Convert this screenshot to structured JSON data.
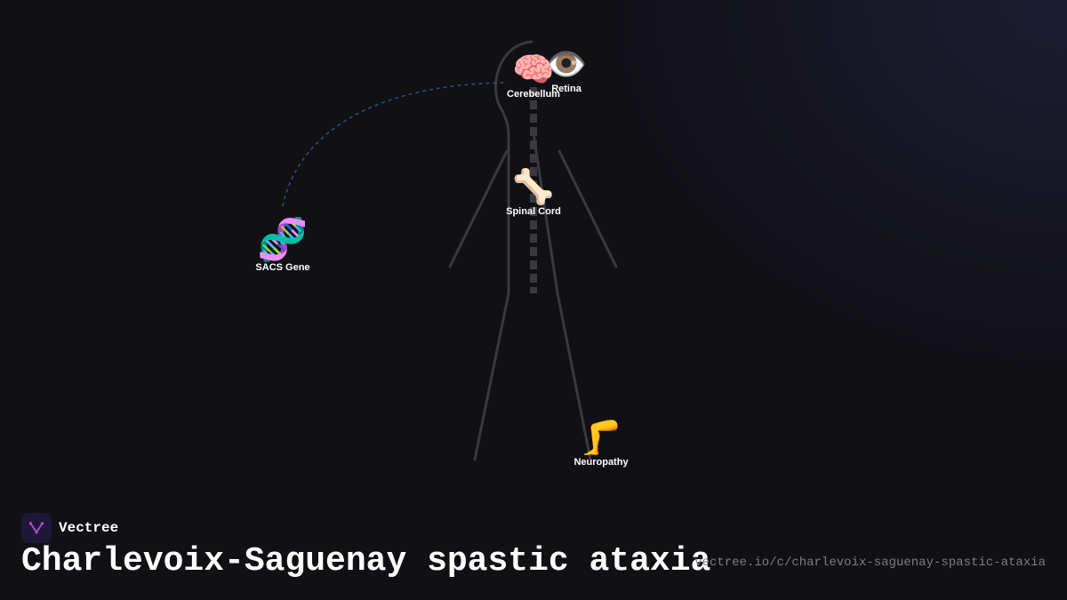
{
  "brand": {
    "name": "Vectree",
    "logo_icon": "vectree-logo-icon"
  },
  "title": "Charlevoix-Saguenay spastic ataxia",
  "url": "vectree.io/c/charlevoix-saguenay-spastic-ataxia",
  "colors": {
    "background": "#111015",
    "figure": "#3a3a3e",
    "connector": "#35507a",
    "logo_bg": "#1d1838",
    "logo_accent": "#b04fd6"
  },
  "nodes": {
    "retina": {
      "label": "Retina",
      "emoji": "👁️",
      "icon": "eye-icon"
    },
    "cerebellum": {
      "label": "Cerebellum",
      "emoji": "🧠",
      "icon": "brain-icon"
    },
    "spinal_cord": {
      "label": "Spinal Cord",
      "emoji": "🦴",
      "icon": "bone-icon"
    },
    "sacs_gene": {
      "label": "SACS Gene",
      "emoji": "🧬",
      "icon": "dna-icon"
    },
    "neuropathy": {
      "label": "Neuropathy",
      "emoji": "🦵",
      "icon": "leg-icon"
    }
  }
}
